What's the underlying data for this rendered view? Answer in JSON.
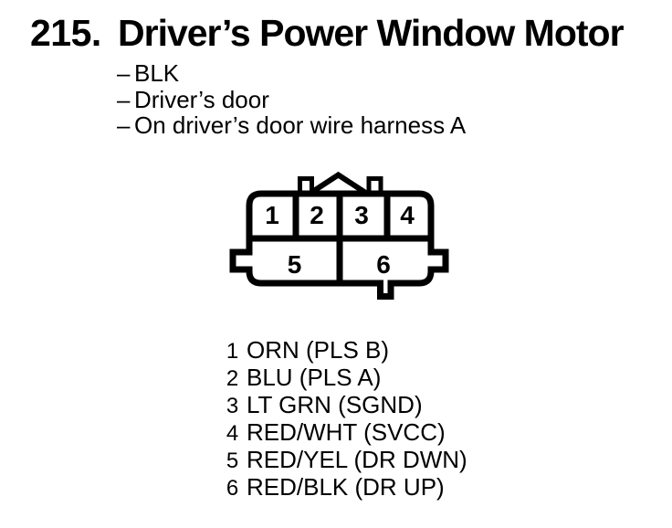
{
  "header": {
    "number": "215.",
    "title": "Driver’s Power Window Motor"
  },
  "notes": {
    "bullet": "–",
    "items": [
      "BLK",
      "Driver’s door",
      "On driver’s door wire harness A"
    ]
  },
  "connector": {
    "pins": [
      "1",
      "2",
      "3",
      "4",
      "5",
      "6"
    ]
  },
  "pinout": {
    "rows": [
      {
        "pin": "1",
        "label": "ORN (PLS B)"
      },
      {
        "pin": "2",
        "label": "BLU (PLS A)"
      },
      {
        "pin": "3",
        "label": "LT GRN (SGND)"
      },
      {
        "pin": "4",
        "label": "RED/WHT (SVCC)"
      },
      {
        "pin": "5",
        "label": "RED/YEL (DR DWN)"
      },
      {
        "pin": "6",
        "label": "RED/BLK (DR UP)"
      }
    ]
  },
  "colors": {
    "ink": "#000000",
    "paper": "#ffffff"
  }
}
